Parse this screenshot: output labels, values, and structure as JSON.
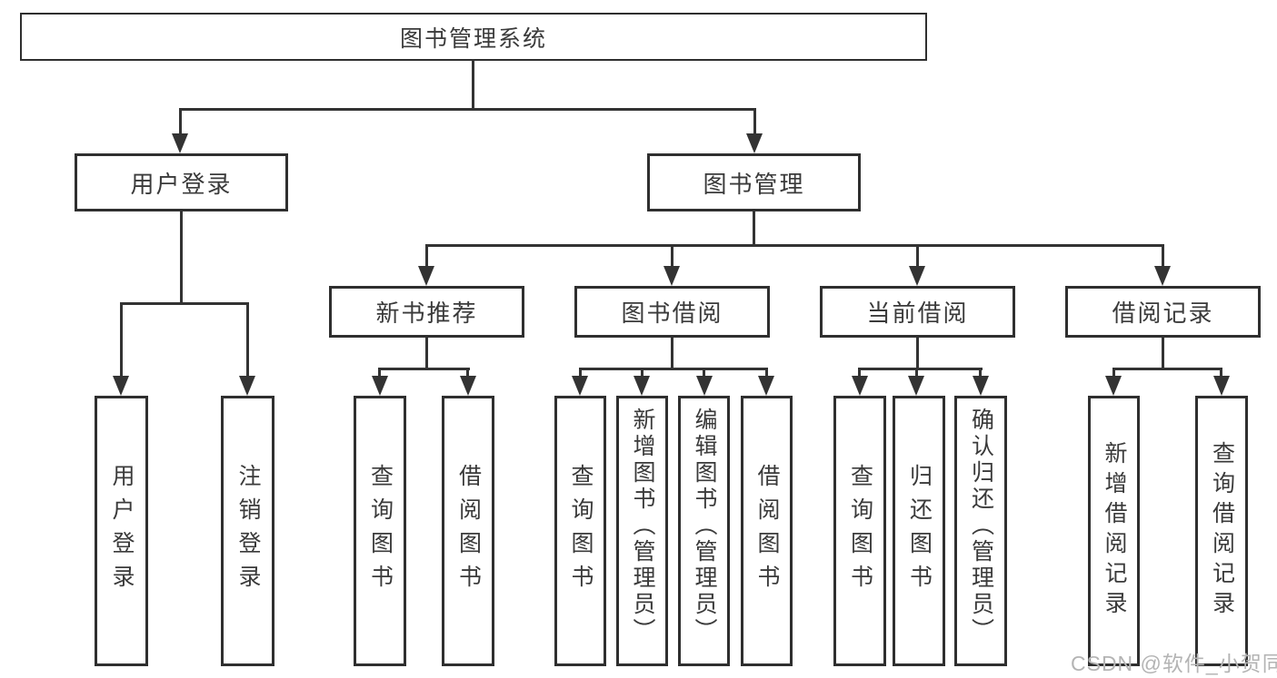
{
  "diagram": {
    "root": {
      "label": "图书管理系统"
    },
    "branches": [
      {
        "label": "用户登录",
        "children": [
          {
            "label": "用户登录"
          },
          {
            "label": "注销登录"
          }
        ]
      },
      {
        "label": "图书管理",
        "children": [
          {
            "label": "新书推荐",
            "children": [
              {
                "label": "查询图书"
              },
              {
                "label": "借阅图书"
              }
            ]
          },
          {
            "label": "图书借阅",
            "children": [
              {
                "label": "查询图书"
              },
              {
                "label": "新增图书（管理员）"
              },
              {
                "label": "编辑图书（管理员）"
              },
              {
                "label": "借阅图书"
              }
            ]
          },
          {
            "label": "当前借阅",
            "children": [
              {
                "label": "查询图书"
              },
              {
                "label": "归还图书"
              },
              {
                "label": "确认归还（管理员）"
              }
            ]
          },
          {
            "label": "借阅记录",
            "children": [
              {
                "label": "新增借阅记录"
              },
              {
                "label": "查询借阅记录"
              }
            ]
          }
        ]
      }
    ],
    "watermark": "CSDN @软件_小贺同学",
    "colors": {
      "line": "#333333",
      "border": "#2f2f2f",
      "text": "#3a3a3a",
      "watermark_text": "#b4b4b4",
      "background": "#ffffff"
    }
  }
}
